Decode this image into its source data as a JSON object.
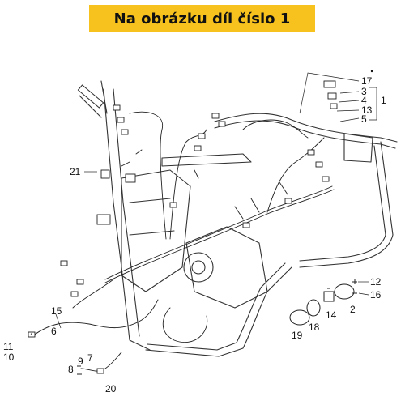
{
  "banner": {
    "text": "Na obrázku díl číslo 1",
    "color": "#f7c21d"
  },
  "callouts": [
    "17",
    "3",
    "4",
    "1",
    "13",
    "5",
    "21",
    "12",
    "16",
    "2",
    "14",
    "18",
    "19",
    "15",
    "6",
    "11",
    "10",
    "9",
    "7",
    "8",
    "20"
  ],
  "icons": {
    "bullet": "dot-icon"
  }
}
